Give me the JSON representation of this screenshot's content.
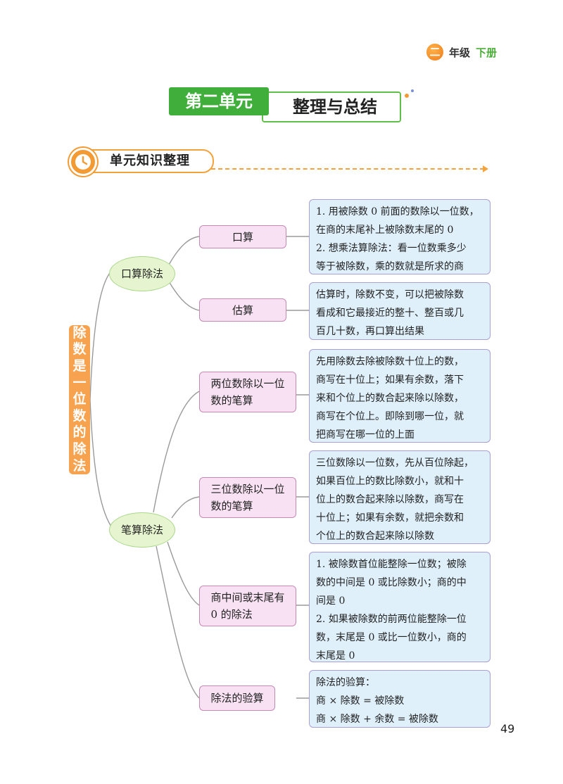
{
  "header": {
    "grade_number": "二",
    "grade_label": "年级",
    "volume": "下册"
  },
  "unit": {
    "tag": "第二单元",
    "title": "整理与总结"
  },
  "section": {
    "title": "单元知识整理"
  },
  "root": {
    "chars": [
      "除",
      "数",
      "是",
      "一",
      "位",
      "数",
      "的",
      "除",
      "法"
    ]
  },
  "branches": {
    "oral": {
      "label": "口算除法",
      "topic1": {
        "label": "口算",
        "lines": [
          "1. 用被除数 0 前面的数除以一位数，",
          "在商的末尾补上被除数末尾的 0",
          "2. 想乘法算除法：看一位数乘多少",
          "等于被除数，乘的数就是所求的商"
        ]
      },
      "topic2": {
        "label": "估算",
        "lines": [
          "估算时，除数不变，可以把被除数",
          "看成和它最接近的整十、整百或几",
          "百几十数，再口算出结果"
        ]
      }
    },
    "written": {
      "label": "笔算除法",
      "topic1": {
        "label_lines": [
          "两位数除以一位",
          "数的笔算"
        ],
        "lines": [
          "先用除数去除被除数十位上的数，",
          "商写在十位上；如果有余数，落下",
          "来和个位上的数合起来除以除数，",
          "商写在个位上。即除到哪一位，就",
          "把商写在哪一位的上面"
        ]
      },
      "topic2": {
        "label_lines": [
          "三位数除以一位",
          "数的笔算"
        ],
        "lines": [
          "三位数除以一位数，先从百位除起，",
          "如果百位上的数比除数小，就和十",
          "位上的数合起来除以除数，商写在",
          "十位上；如果有余数，就把余数和",
          "个位上的数合起来除以除数"
        ]
      },
      "topic3": {
        "label_lines": [
          "商中间或末尾有",
          "0 的除法"
        ],
        "lines": [
          "1. 被除数首位能整除一位数；被除",
          "数的中间是 0 或比除数小；商的中",
          "间是 0",
          "2. 如果被除数的前两位能整除一位",
          "数，末尾是 0 或比一位数小，商的",
          "末尾是 0"
        ]
      },
      "topic4": {
        "label": "除法的验算",
        "lines": [
          "除法的验算：",
          "商 × 除数 = 被除数",
          "商 × 除数 + 余数 = 被除数"
        ]
      }
    }
  },
  "page_number": "49",
  "colors": {
    "green_tag": "#3fae3a",
    "orange": "#f39a32",
    "oval_fill": "#e6f5cf",
    "topic_fill": "#f7e1f2",
    "detail_fill": "#dff0fb"
  }
}
